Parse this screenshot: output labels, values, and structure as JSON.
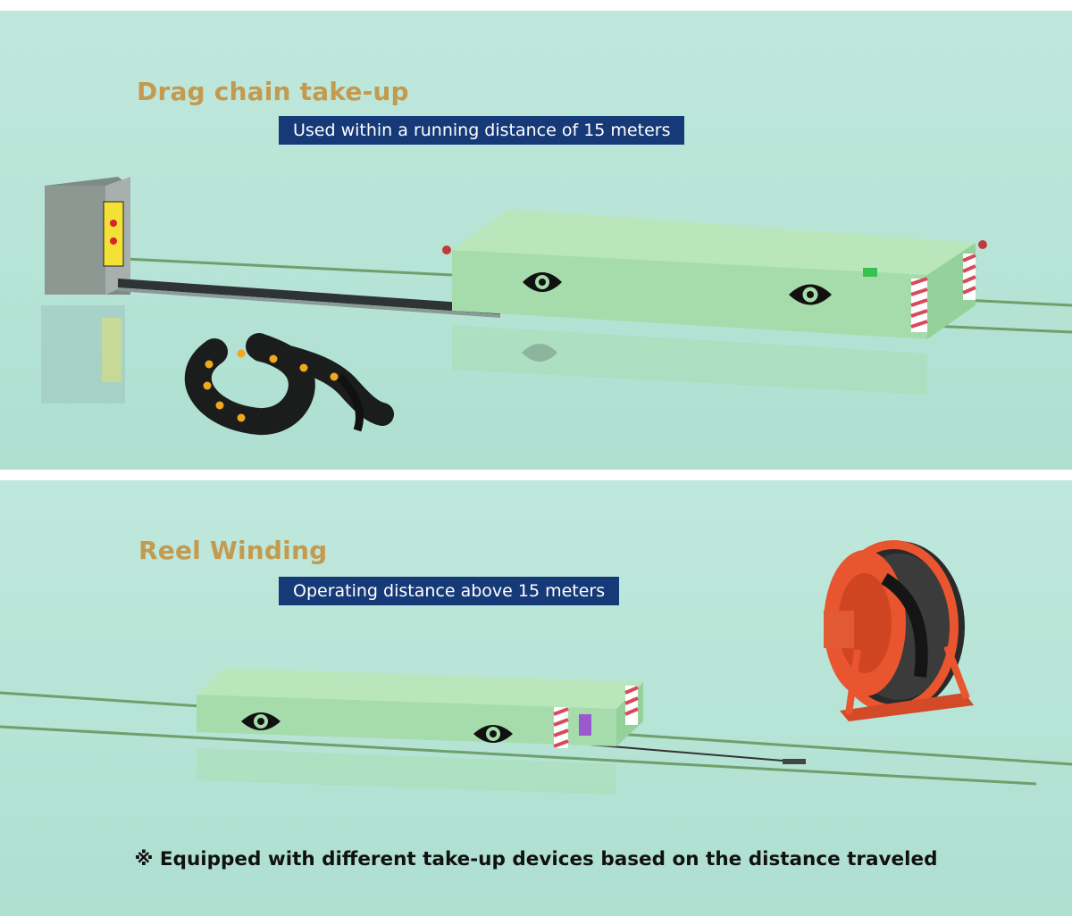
{
  "sections": [
    {
      "title": "Drag chain take-up",
      "tag": "Used within a running distance of 15 meters"
    },
    {
      "title": "Reel Winding",
      "tag": "Operating distance above 15 meters"
    }
  ],
  "footnote": "※ Equipped with different take-up devices based on the distance traveled",
  "colors": {
    "background": "#b8e5d8",
    "title": "#c39a4e",
    "tag_background": "#163a78",
    "cart_body": "#a9e3b1",
    "reel": "#e8552e"
  },
  "icons": [
    "eye-logo-icon",
    "drag-chain-icon",
    "cable-reel-icon",
    "control-box-icon"
  ]
}
